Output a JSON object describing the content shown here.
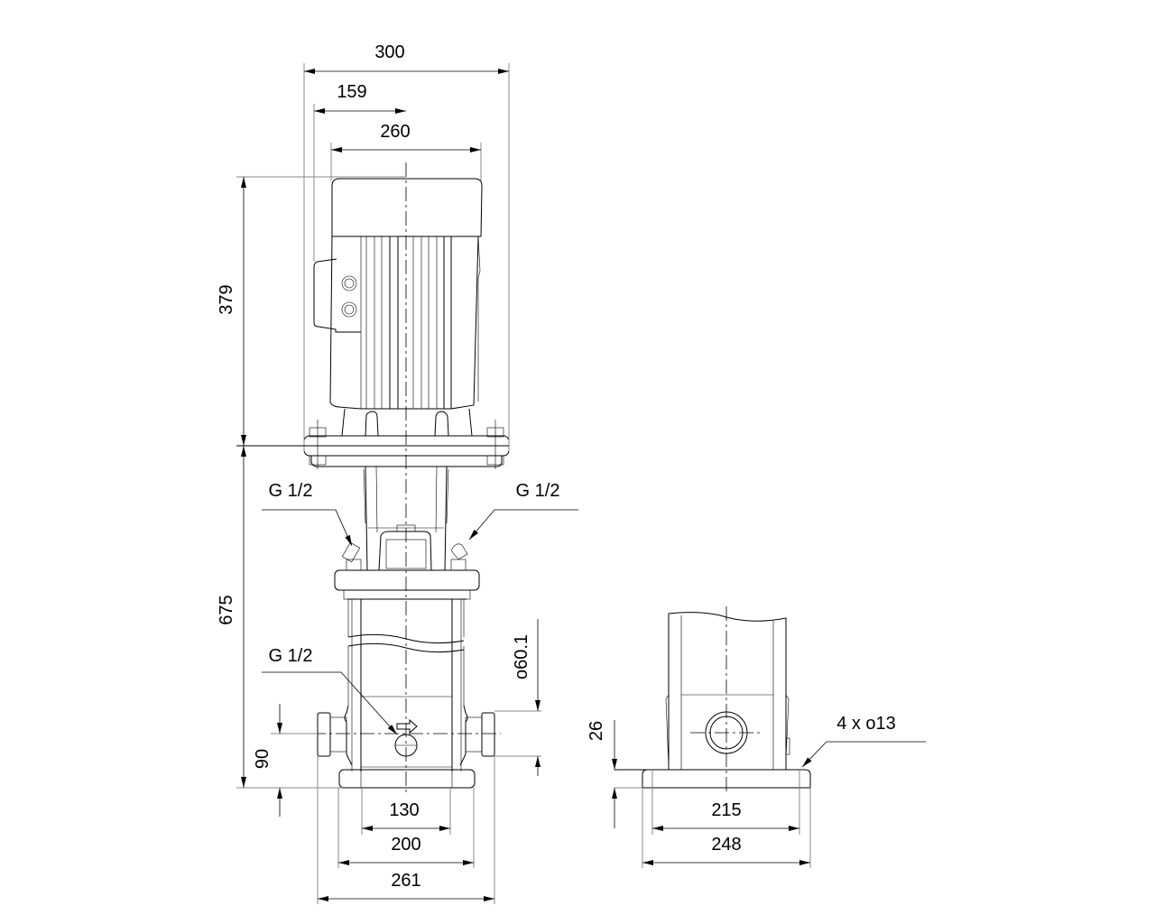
{
  "drawing": {
    "front_view": {
      "dimensions": {
        "overall_width": "300",
        "junction_box_offset": "159",
        "motor_width": "260",
        "motor_height": "379",
        "pump_height": "675",
        "port_height": "90",
        "base_inner": "130",
        "base_width": "200",
        "port_to_port": "261",
        "port_diameter": "o60.1"
      },
      "callouts": {
        "vent_left": "G 1/2",
        "vent_right": "G 1/2",
        "drain": "G 1/2"
      }
    },
    "side_view": {
      "dimensions": {
        "base_thickness": "26",
        "hole_spacing": "215",
        "base_depth": "248"
      },
      "callouts": {
        "mounting_holes": "4 x o13"
      }
    }
  }
}
